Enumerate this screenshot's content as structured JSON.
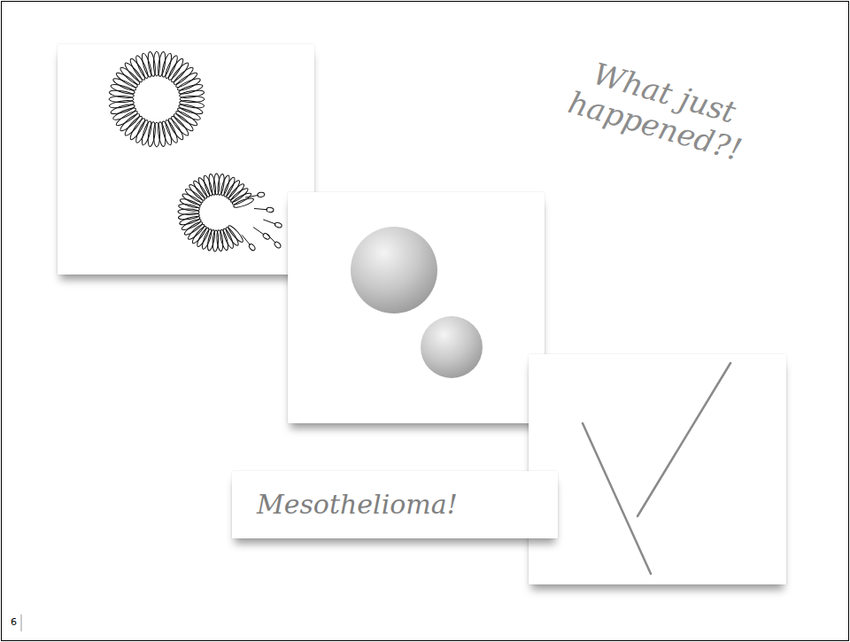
{
  "diagram": {
    "nodes": [
      {
        "text": [
          "Mesothelioma!"
        ]
      }
    ],
    "labels": [
      "What just happened?!",
      "6"
    ]
  }
}
